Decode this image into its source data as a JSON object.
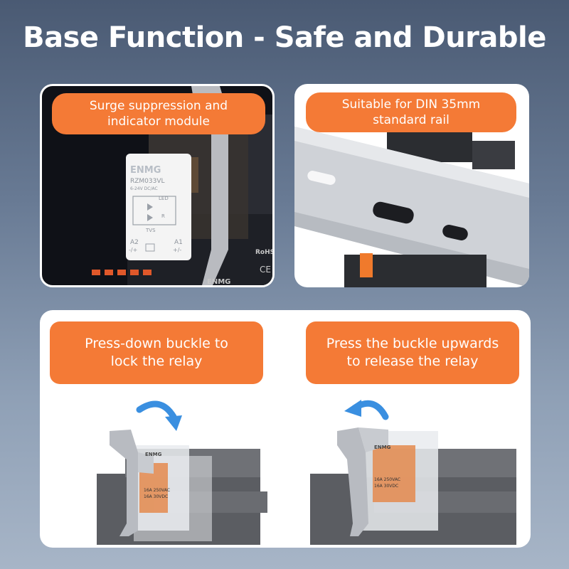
{
  "title": "Base Function - Safe and Durable",
  "panels": {
    "surge": {
      "label": "Surge suppression and\nindicator module"
    },
    "din": {
      "label": "Suitable for DIN 35mm\nstandard rail"
    },
    "lock": {
      "label": "Press-down buckle to\nlock the relay"
    },
    "release": {
      "label": "Press the buckle upwards\nto release the relay"
    }
  },
  "module": {
    "brand": "ENMG",
    "model": "RZM033VL",
    "voltage": "6-24V DC/AC",
    "led": "LED",
    "r": "R",
    "tvs": "TVS",
    "a2": "A2",
    "a1": "A1",
    "a2_sign": "-/+",
    "a1_sign": "+/-"
  },
  "base_marks": {
    "rohs": "RoHS",
    "ce": "CE",
    "brand": "ENMG"
  },
  "relay_marks": {
    "brand": "ENMG",
    "rating1": "16A 250VAC",
    "rating2": "16A 30VDC"
  },
  "colors": {
    "accent": "#f47a36",
    "arrow": "#3a8fe0",
    "panel": "#ffffff"
  }
}
